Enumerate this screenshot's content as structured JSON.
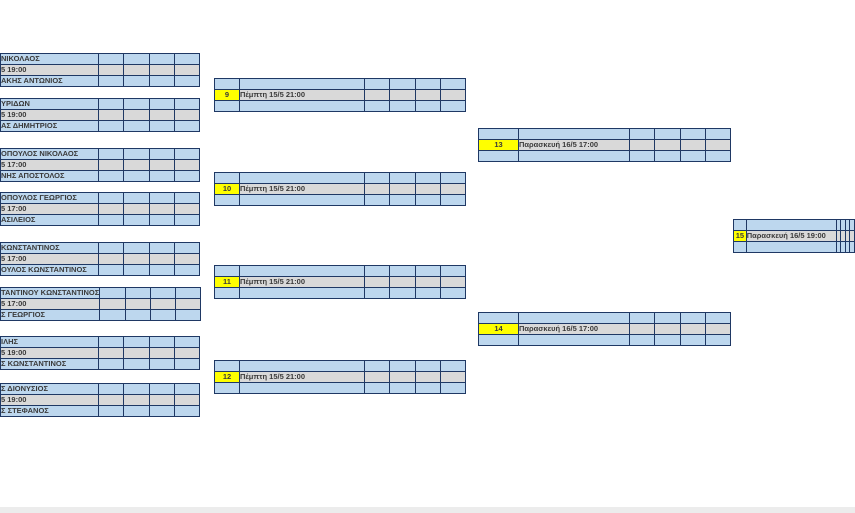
{
  "colors": {
    "cell_blue": "#bdd7ee",
    "cell_gray": "#d9d9d9",
    "cell_yellow": "#ffff00",
    "border_navy": "#1f3864"
  },
  "bracket": {
    "round1": [
      {
        "top": "ΝΙΚΟΛΑΟΣ",
        "time": "5 19:00",
        "bottom": "ΑΚΗΣ ΑΝΤΩΝΙΟΣ"
      },
      {
        "top": "ΥΡΙΔΩΝ",
        "time": "5 19:00",
        "bottom": "ΑΣ ΔΗΜΗΤΡΙΟΣ"
      },
      {
        "top": "ΟΠΟΥΛΟΣ ΝΙΚΟΛΑΟΣ",
        "time": "5 17:00",
        "bottom": "ΝΗΣ ΑΠΟΣΤΟΛΟΣ"
      },
      {
        "top": "ΟΠΟΥΛΟΣ ΓΕΩΡΓΙΟΣ",
        "time": "5 17:00",
        "bottom": "ΑΣΙΛΕΙΟΣ"
      },
      {
        "top": "ΚΩΝΣΤΑΝΤΙΝΟΣ",
        "time": "5 17:00",
        "bottom": "ΟΥΛΟΣ ΚΩΝΣΤΑΝΤΙΝΟΣ"
      },
      {
        "top": "ΤΑΝΤΙΝΟΥ ΚΩΝΣΤΑΝΤΙΝΟΣ",
        "time": "5 17:00",
        "bottom": "Σ ΓΕΩΡΓΙΟΣ"
      },
      {
        "top": "ΙΛΗΣ",
        "time": "5 19:00",
        "bottom": "Σ ΚΩΝΣΤΑΝΤΙΝΟΣ"
      },
      {
        "top": "Σ ΔΙΟΝΥΣΙΟΣ",
        "time": "5 19:00",
        "bottom": "Σ ΣΤΕΦΑΝΟΣ"
      }
    ],
    "round2": [
      {
        "number": "9",
        "label": "Πέμπτη 15/5 21:00"
      },
      {
        "number": "10",
        "label": "Πέμπτη 15/5 21:00"
      },
      {
        "number": "11",
        "label": "Πέμπτη 15/5 21:00"
      },
      {
        "number": "12",
        "label": "Πέμπτη 15/5 21:00"
      }
    ],
    "round3": [
      {
        "number": "13",
        "label": "Παρασκευή 16/5 17:00"
      },
      {
        "number": "14",
        "label": "Παρασκευή 16/5 17:00"
      }
    ],
    "final": [
      {
        "number": "15",
        "label": "Παρασκευή 16/5 19:00"
      }
    ]
  }
}
